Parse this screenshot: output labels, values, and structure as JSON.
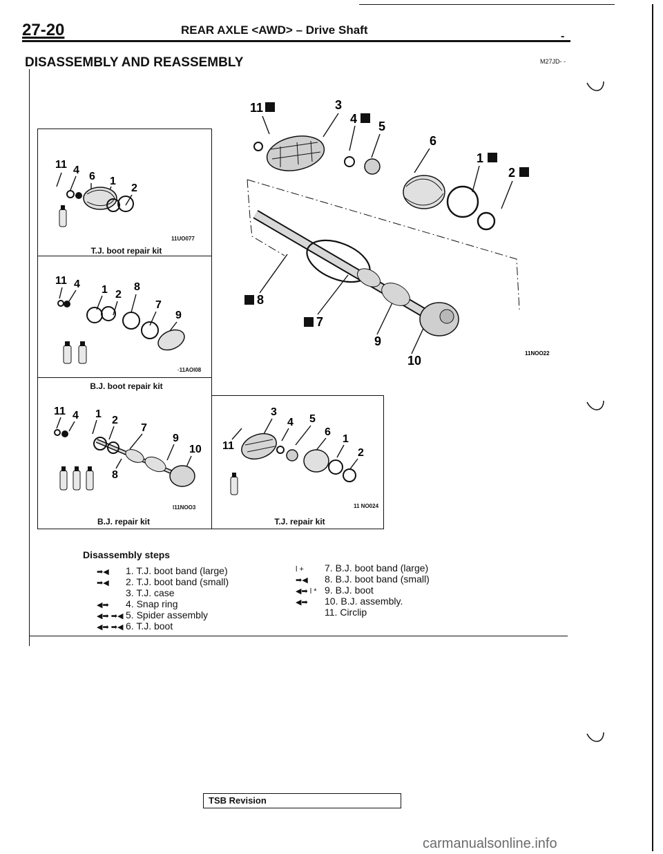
{
  "header": {
    "page_number": "27-20",
    "title": "REAR AXLE <AWD> – Drive Shaft",
    "tick": "-"
  },
  "section": {
    "title": "DISASSEMBLY AND REASSEMBLY",
    "code": "M27JD- -"
  },
  "kits": {
    "tj_boot": {
      "caption": "T.J. boot repair kit",
      "code": "11UO077",
      "callouts": [
        "11",
        "4",
        "6",
        "1",
        "2"
      ]
    },
    "bj_boot": {
      "caption": "B.J. boot repair kit",
      "code": "·11AOl08",
      "callouts": [
        "11",
        "4",
        "1",
        "2",
        "8",
        "7",
        "9"
      ]
    },
    "bj_repair": {
      "caption": "B.J. repair kit",
      "code": "l11NOO3",
      "callouts": [
        "11",
        "4",
        "1",
        "2",
        "7",
        "9",
        "10",
        "8"
      ]
    },
    "tj_repair": {
      "caption": "T.J. repair kit",
      "code": "11 NO024",
      "callouts": [
        "3",
        "4",
        "5",
        "6",
        "1",
        "2",
        "11"
      ]
    }
  },
  "main_diagram": {
    "code": "11NOO22",
    "callouts": [
      "11",
      "3",
      "4",
      "5",
      "6",
      "1",
      "2",
      "8",
      "7",
      "9",
      "10"
    ]
  },
  "disassembly": {
    "title": "Disassembly steps",
    "left_steps": [
      {
        "marker": "➡◀",
        "text": "1. T.J. boot band (large)"
      },
      {
        "marker": "➡◀",
        "text": "2. T.J. boot band (small)"
      },
      {
        "marker": "",
        "text": "3. T.J. case"
      },
      {
        "marker": "◀➡",
        "text": "4. Snap ring"
      },
      {
        "marker": "◀➡ ➡◀",
        "text": "5. Spider assembly"
      },
      {
        "marker": "◀➡ ➡◀",
        "text": "6. T.J. boot"
      }
    ],
    "right_steps": [
      {
        "marker": "l +",
        "text": "7. B.J. boot band (large)"
      },
      {
        "marker": "➡◀",
        "text": "8. B.J. boot band (small)"
      },
      {
        "marker": "◀➡ l *",
        "text": "9. B.J. boot"
      },
      {
        "marker": "◀➡",
        "text": "10. B.J. assembly."
      },
      {
        "marker": "",
        "text": "11. Circlip"
      }
    ]
  },
  "footer": {
    "tsb": "TSB Revision",
    "watermark": "carmanualsonline.info"
  }
}
